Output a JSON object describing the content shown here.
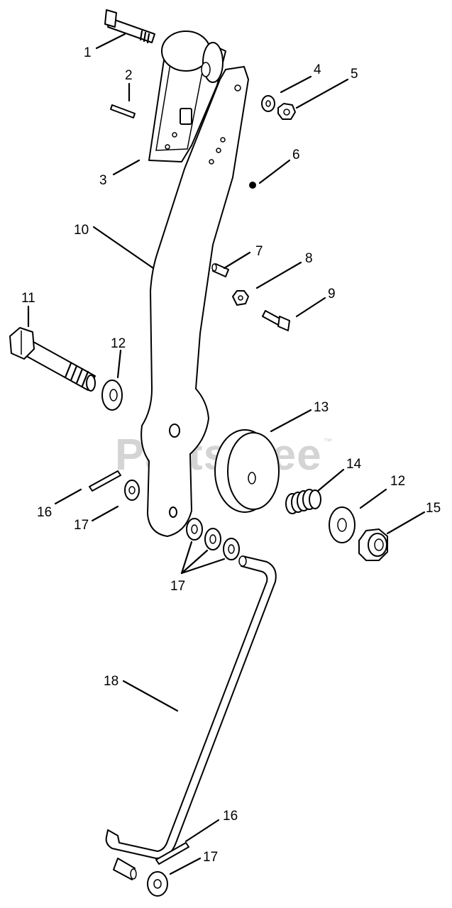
{
  "watermark": {
    "text": "PartsTree",
    "trademark": "™"
  },
  "callouts": [
    {
      "id": "c1",
      "label": "1"
    },
    {
      "id": "c2",
      "label": "2"
    },
    {
      "id": "c3",
      "label": "3"
    },
    {
      "id": "c4",
      "label": "4"
    },
    {
      "id": "c5",
      "label": "5"
    },
    {
      "id": "c6",
      "label": "6"
    },
    {
      "id": "c7",
      "label": "7"
    },
    {
      "id": "c8",
      "label": "8"
    },
    {
      "id": "c9",
      "label": "9"
    },
    {
      "id": "c10",
      "label": "10"
    },
    {
      "id": "c11",
      "label": "11"
    },
    {
      "id": "c12a",
      "label": "12"
    },
    {
      "id": "c13",
      "label": "13"
    },
    {
      "id": "c14",
      "label": "14"
    },
    {
      "id": "c12b",
      "label": "12"
    },
    {
      "id": "c15",
      "label": "15"
    },
    {
      "id": "c16a",
      "label": "16"
    },
    {
      "id": "c17a",
      "label": "17"
    },
    {
      "id": "c17b",
      "label": "17"
    },
    {
      "id": "c18",
      "label": "18"
    },
    {
      "id": "c16b",
      "label": "16"
    },
    {
      "id": "c17c",
      "label": "17"
    }
  ]
}
